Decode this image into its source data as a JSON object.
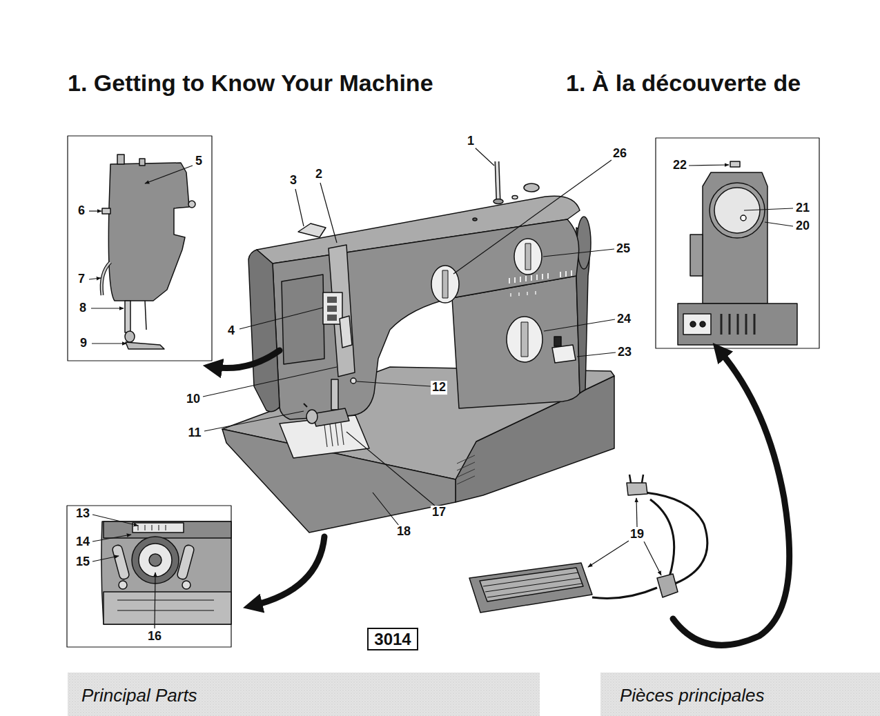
{
  "diagram": {
    "title": "1. Getting to Know Your Machine",
    "caption": "Principal Parts",
    "nodes": [
      {
        "text": [
          "3014"
        ]
      }
    ],
    "labels": [
      "1. À la découverte de",
      "Pièces principales",
      "1",
      "2",
      "3",
      "4",
      "5",
      "6",
      "7",
      "8",
      "9",
      "10",
      "11",
      "12",
      "13",
      "14",
      "15",
      "16",
      "17",
      "18",
      "19",
      "20",
      "21",
      "22",
      "23",
      "24",
      "25",
      "26"
    ]
  }
}
